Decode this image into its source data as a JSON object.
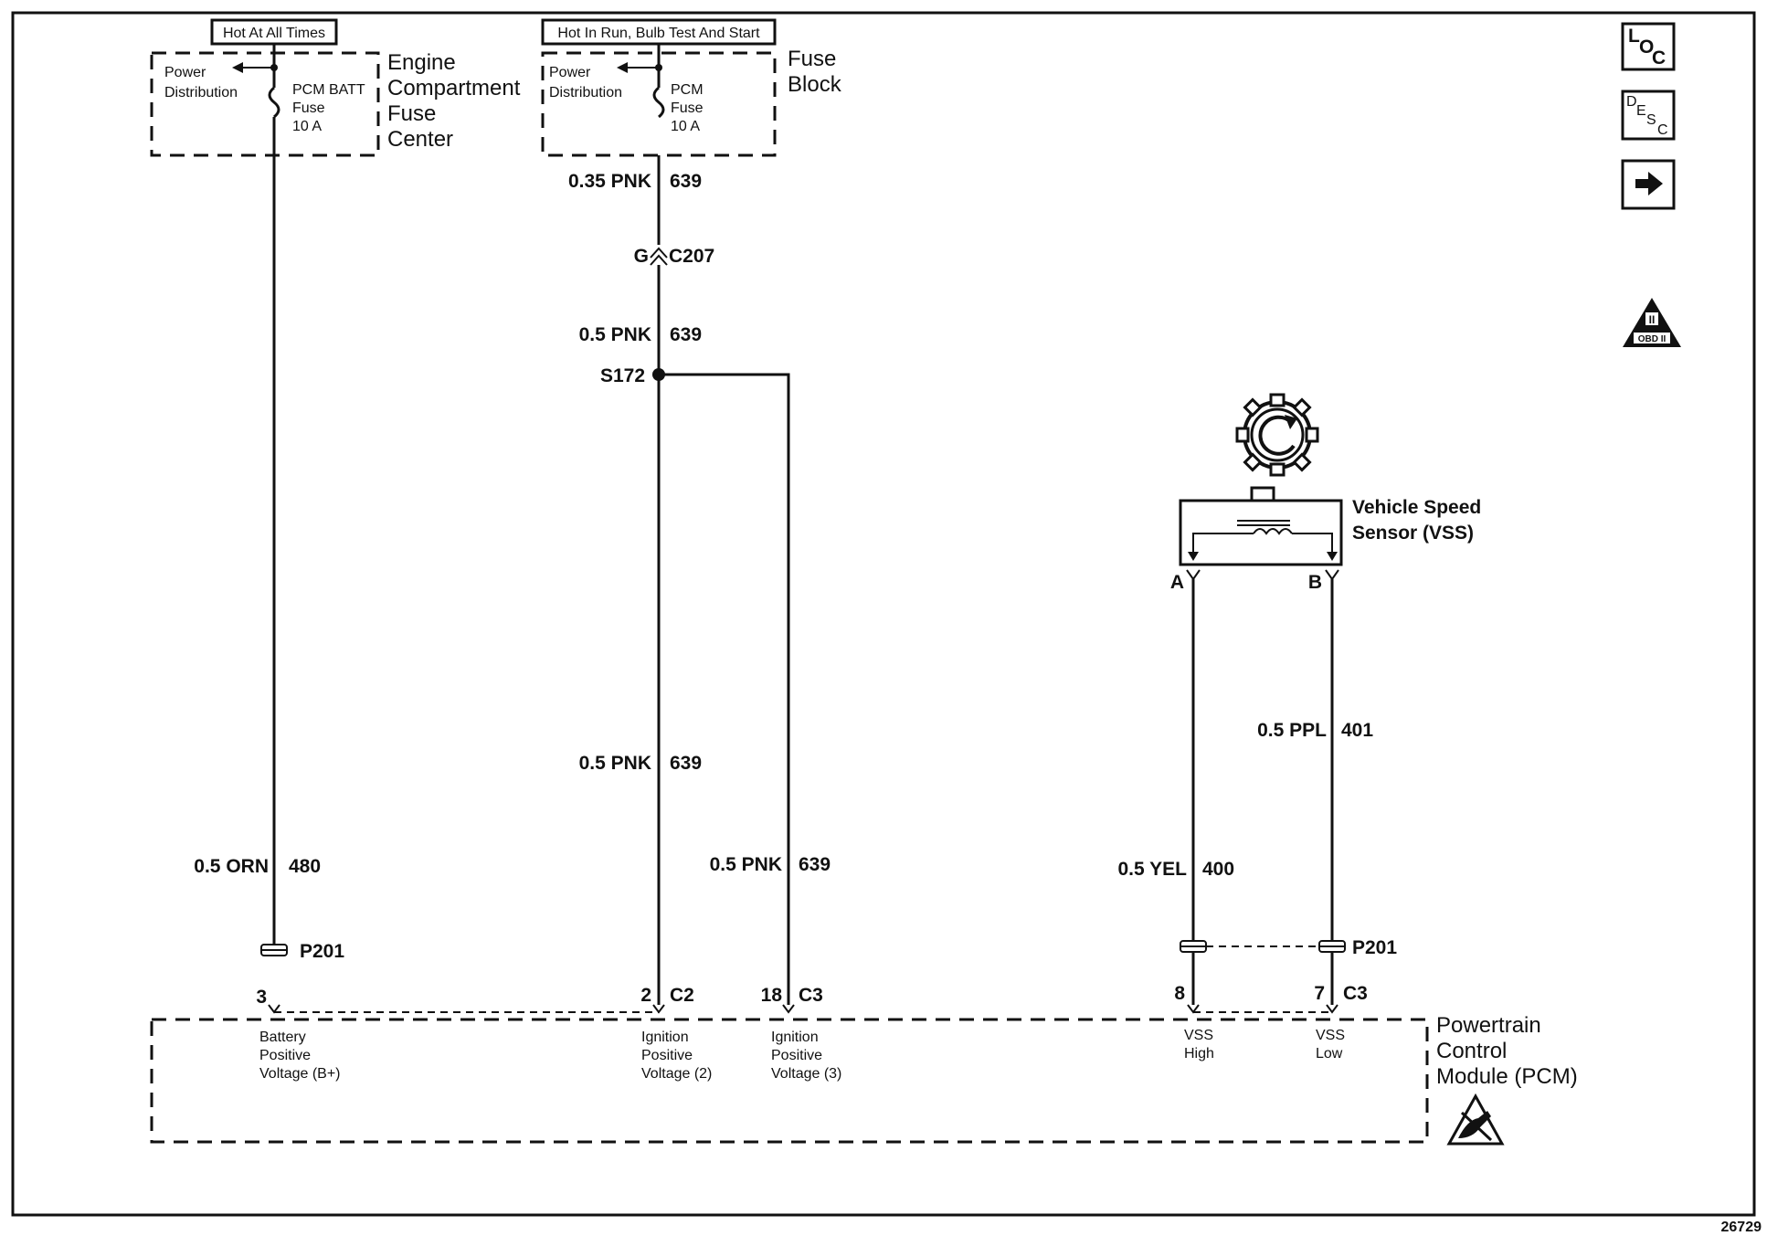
{
  "power": {
    "left_header": "Hot At All Times",
    "right_header": "Hot In Run, Bulb Test And Start",
    "power_distribution": "Power Distribution",
    "power_distribution_l1": "Power",
    "power_distribution_l2": "Distribution",
    "pcm_batt_fuse": [
      "PCM BATT",
      "Fuse",
      "10 A"
    ],
    "pcm_fuse": [
      "PCM",
      "Fuse",
      "10 A"
    ],
    "engine_fuse_center": [
      "Engine",
      "Compartment",
      "Fuse",
      "Center"
    ],
    "fuse_block": [
      "Fuse",
      "Block"
    ]
  },
  "wires": {
    "w1_gauge": "0.5 ORN",
    "w1_circuit": "480",
    "w2a_gauge": "0.35 PNK",
    "w2a_circuit": "639",
    "w2b_gauge": "0.5 PNK",
    "w2b_circuit": "639",
    "w2c_gauge": "0.5 PNK",
    "w2c_circuit": "639",
    "w3_gauge": "0.5 PNK",
    "w3_circuit": "639",
    "w4_gauge": "0.5 YEL",
    "w4_circuit": "400",
    "w5_gauge": "0.5 PPL",
    "w5_circuit": "401"
  },
  "connectors": {
    "c207_left": "G",
    "c207_right": "C207",
    "splice": "S172",
    "p201_left": "P201",
    "p201_right": "P201",
    "pin_3": "3",
    "pin_2": "2",
    "pin_2_conn": "C2",
    "pin_18": "18",
    "pin_18_conn": "C3",
    "pin_8": "8",
    "pin_7": "7",
    "pin_7_conn": "C3",
    "vss_pin_a": "A",
    "vss_pin_b": "B"
  },
  "vss": {
    "label": [
      "Vehicle Speed",
      "Sensor (VSS)"
    ]
  },
  "pcm": {
    "label": [
      "Powertrain",
      "Control",
      "Module (PCM)"
    ],
    "terminals": {
      "battery": [
        "Battery",
        "Positive",
        "Voltage (B+)"
      ],
      "ign2": [
        "Ignition",
        "Positive",
        "Voltage (2)"
      ],
      "ign3": [
        "Ignition",
        "Positive",
        "Voltage (3)"
      ],
      "vss_high": [
        "VSS",
        "High"
      ],
      "vss_low": [
        "VSS",
        "Low"
      ]
    }
  },
  "nav": {
    "loc_button": [
      "L",
      "O",
      "C"
    ],
    "desc_button": [
      "D",
      "E",
      "S",
      "C"
    ],
    "next_arrow_icon": "right-arrow-icon",
    "obd_label": "OBD II",
    "obd_roman": "II"
  },
  "figure_number": "26729"
}
